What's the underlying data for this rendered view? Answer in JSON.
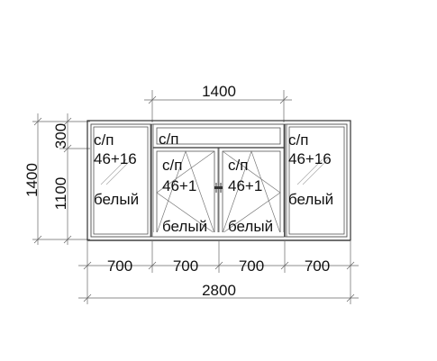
{
  "dimensions": {
    "top_width": "1400",
    "total_width": "2800",
    "total_height": "1400",
    "transom_height": "300",
    "lower_height": "1100",
    "sections": [
      "700",
      "700",
      "700",
      "700"
    ]
  },
  "panes": {
    "left": {
      "line1": "с/п",
      "line2": "46+16",
      "line3": "белый"
    },
    "transom": {
      "line1": "с/п"
    },
    "center_left": {
      "line1": "с/п",
      "line2": "46+1",
      "line3": "белый"
    },
    "center_right": {
      "line1": "с/п",
      "line2": "46+1",
      "line3": "белый"
    },
    "right": {
      "line1": "с/п",
      "line2": "46+16",
      "line3": "белый"
    }
  }
}
